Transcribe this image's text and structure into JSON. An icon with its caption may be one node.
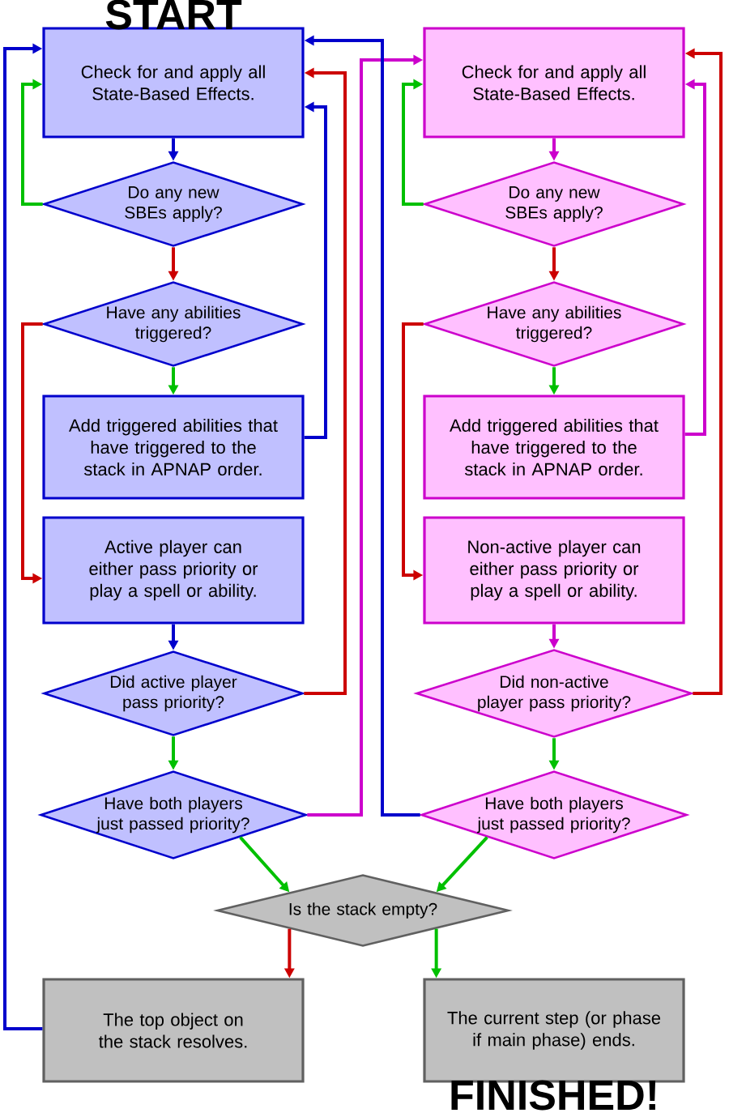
{
  "diagram": {
    "nodes": [
      {
        "text": [
          "Check for and apply all State-Based Effects."
        ],
        "beside": [
          "START"
        ]
      },
      {
        "text": [
          "Do any new SBEs apply?"
        ]
      },
      {
        "text": [
          "Have any abilities triggered?"
        ]
      },
      {
        "text": [
          "Add triggered abilities that have triggered to the stack in APNAP order."
        ]
      },
      {
        "text": [
          "Active player can either pass priority or play a spell or ability."
        ]
      },
      {
        "text": [
          "Did active player pass priority?"
        ]
      },
      {
        "text": [
          "Have both players just passed priority?"
        ]
      },
      {
        "text": [
          "Check for and apply all State-Based Effects."
        ]
      },
      {
        "text": [
          "Do any new SBEs apply?"
        ]
      },
      {
        "text": [
          "Have any abilities triggered?"
        ]
      },
      {
        "text": [
          "Add triggered abilities that have triggered to the stack in APNAP order."
        ]
      },
      {
        "text": [
          "Non-active player can either pass priority or play a spell or ability."
        ]
      },
      {
        "text": [
          "Did non-active player pass priority?"
        ]
      },
      {
        "text": [
          "Have both players just passed priority?"
        ]
      },
      {
        "text": [
          "Is the stack empty?"
        ]
      },
      {
        "text": [
          "The top object on the stack resolves."
        ]
      },
      {
        "text": [
          "The current step (or phase if main phase) ends."
        ],
        "beside": [
          "FINISHED!"
        ]
      }
    ],
    "edges": [
      {
        "from": 0,
        "to": 1,
        "arrow": "to",
        "color": "#0000cc"
      },
      {
        "from": 1,
        "to": 0,
        "arrow": "to"
      },
      {
        "from": 1,
        "to": 2,
        "arrow": "to",
        "color": "#cc0000"
      },
      {
        "from": 2,
        "to": 3,
        "arrow": "to"
      },
      {
        "from": 2,
        "to": 4,
        "arrow": "to",
        "color": "#cc0000"
      },
      {
        "from": 3,
        "to": 0,
        "arrow": "to",
        "color": "#0000cc"
      },
      {
        "from": 4,
        "to": 5,
        "arrow": "to",
        "color": "#0000cc"
      },
      {
        "from": 5,
        "to": 6,
        "arrow": "to"
      },
      {
        "from": 5,
        "to": 0,
        "arrow": "to",
        "color": "#cc0000"
      },
      {
        "from": 6,
        "to": 7,
        "arrow": "to",
        "color": "#cc00cc"
      },
      {
        "from": 6,
        "to": 14,
        "arrow": "to"
      },
      {
        "from": 7,
        "to": 8,
        "arrow": "to",
        "color": "#cc00cc"
      },
      {
        "from": 8,
        "to": 7,
        "arrow": "to"
      },
      {
        "from": 8,
        "to": 9,
        "arrow": "to",
        "color": "#cc0000"
      },
      {
        "from": 9,
        "to": 10,
        "arrow": "to"
      },
      {
        "from": 9,
        "to": 11,
        "arrow": "to",
        "color": "#cc0000"
      },
      {
        "from": 10,
        "to": 7,
        "arrow": "to",
        "color": "#cc00cc"
      },
      {
        "from": 11,
        "to": 12,
        "arrow": "to",
        "color": "#cc00cc"
      },
      {
        "from": 12,
        "to": 13,
        "arrow": "to"
      },
      {
        "from": 12,
        "to": 7,
        "arrow": "to",
        "color": "#cc0000"
      },
      {
        "from": 13,
        "to": 14,
        "arrow": "to"
      },
      {
        "from": 13,
        "to": 0,
        "arrow": "to",
        "color": "#0000cc"
      },
      {
        "from": 14,
        "to": 15,
        "arrow": "to",
        "color": "#cc0000"
      },
      {
        "from": 14,
        "to": 16,
        "arrow": "to"
      },
      {
        "from": 15,
        "to": 0,
        "arrow": "to",
        "color": "#0000cc"
      }
    ]
  }
}
